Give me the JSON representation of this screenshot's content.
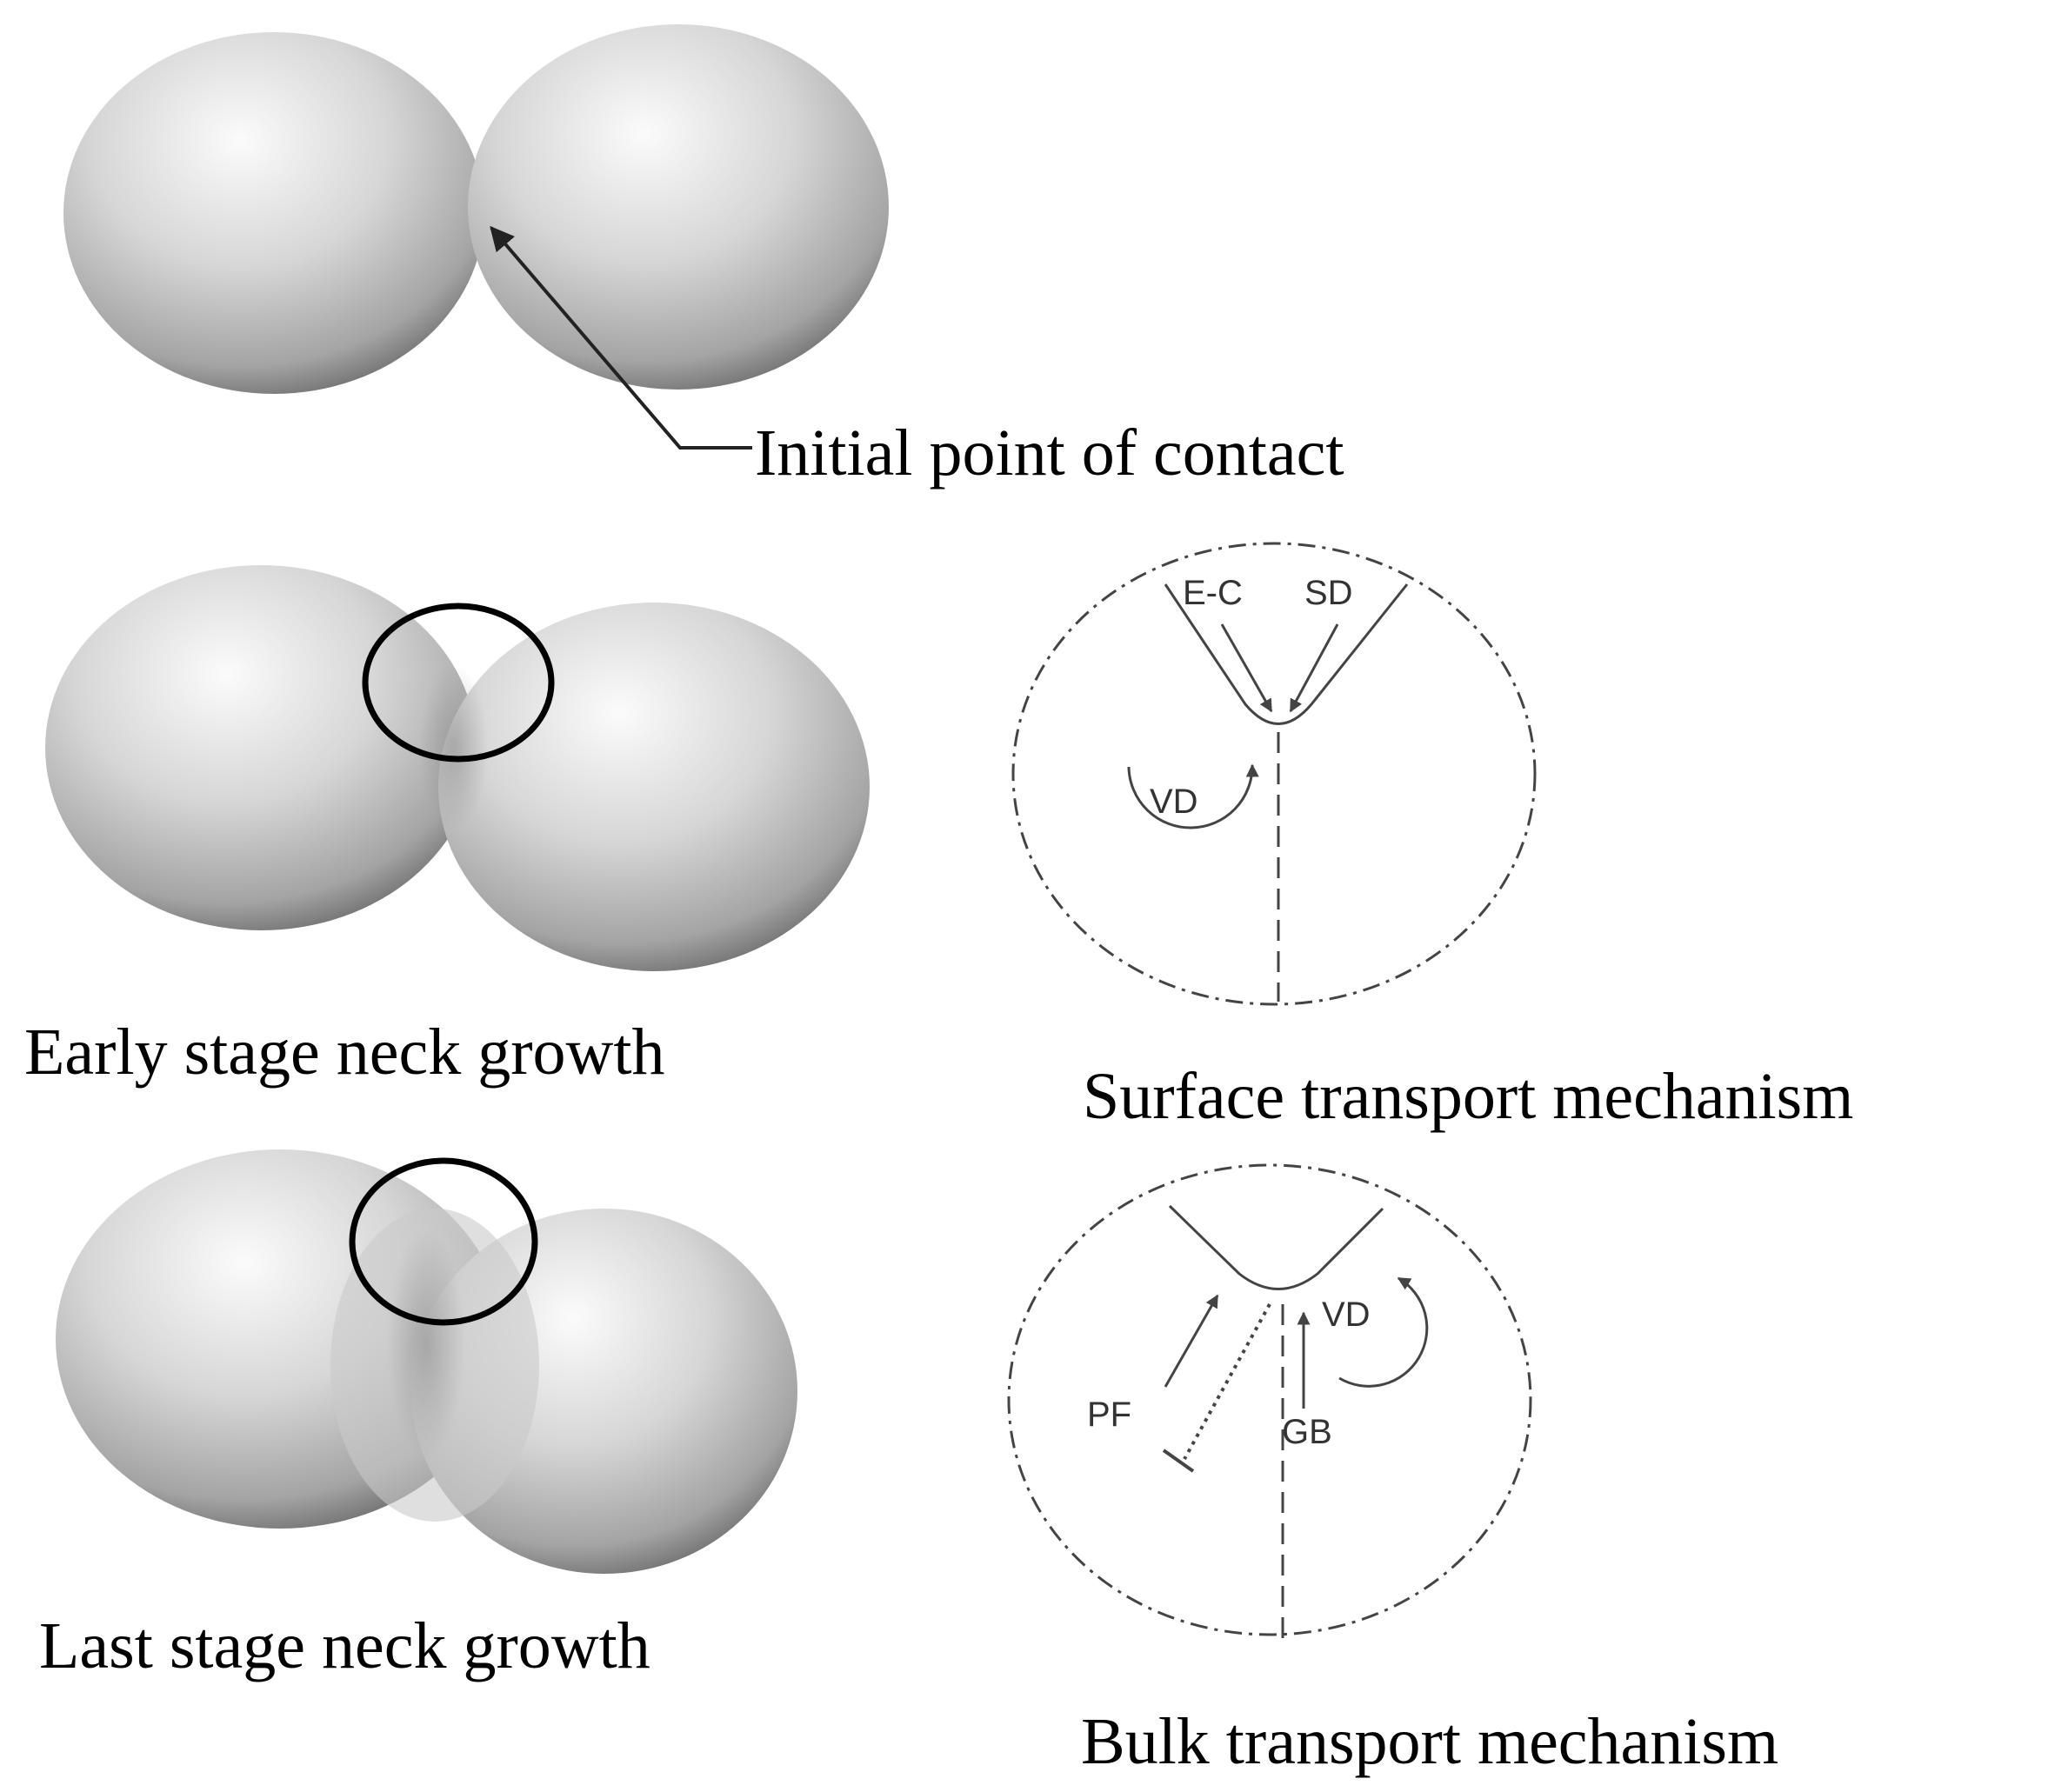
{
  "colors": {
    "sphere_light": "#fbfbfb",
    "sphere_mid": "#c4c4c4",
    "sphere_dark": "#5a5a5a",
    "diagram_stroke": "#444444",
    "text": "#000000"
  },
  "panels": {
    "initial": {
      "annotation": "Initial point of contact"
    },
    "early": {
      "caption": "Early stage neck growth"
    },
    "last": {
      "caption": "Last stage neck growth"
    },
    "surface": {
      "caption": "Surface transport mechanism",
      "labels": {
        "ec": "E-C",
        "sd": "SD",
        "vd": "VD"
      }
    },
    "bulk": {
      "caption": "Bulk transport mechanism",
      "labels": {
        "vd": "VD",
        "pf": "PF",
        "gb": "GB"
      }
    }
  }
}
